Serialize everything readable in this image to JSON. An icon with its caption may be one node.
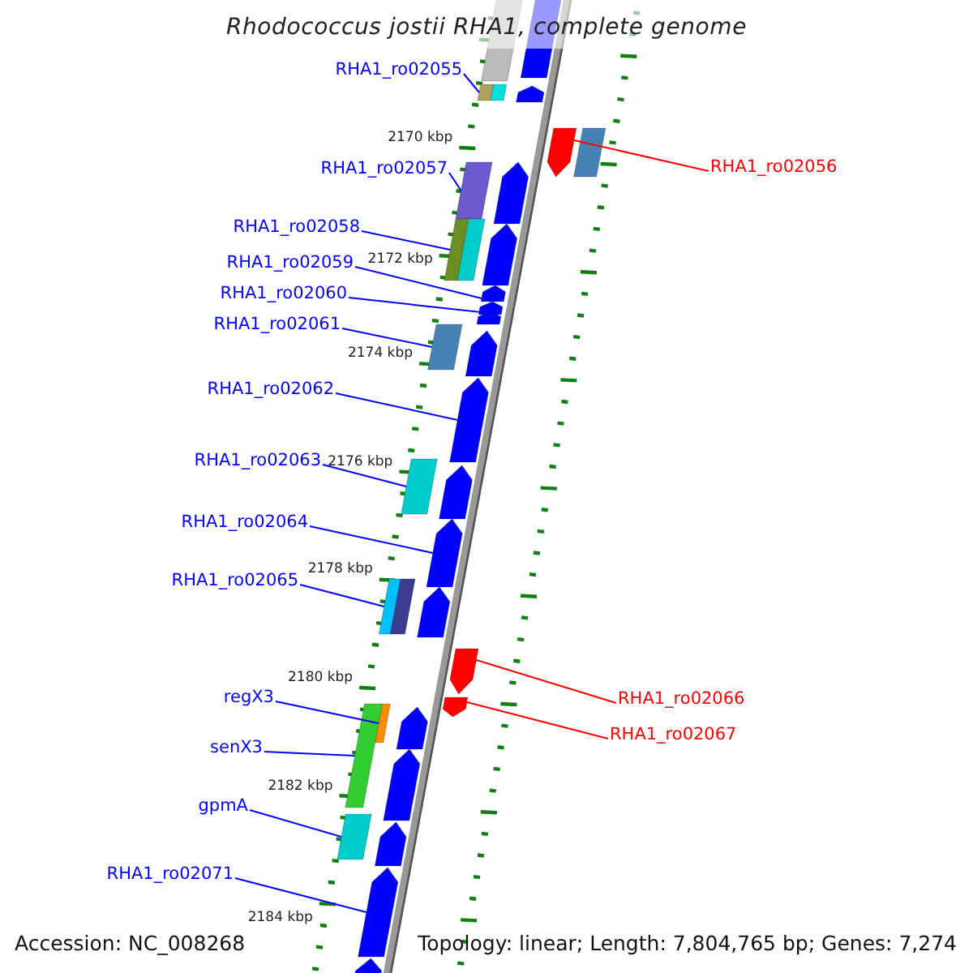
{
  "diagram": {
    "title": "Rhodococcus jostii RHA1, complete genome",
    "nodes": [
      {
        "text": [
          "RHA1_ro02055"
        ]
      },
      {
        "text": [],
        "shape": "bar"
      },
      {
        "text": [
          "RHA1_ro02056"
        ]
      },
      {
        "text": [],
        "shape": "bar"
      },
      {
        "text": [
          "RHA1_ro02057"
        ]
      },
      {
        "text": [],
        "shape": "bar"
      },
      {
        "text": [
          "RHA1_ro02058"
        ]
      },
      {
        "text": [],
        "shape": "bar"
      },
      {
        "text": [
          "RHA1_ro02059"
        ]
      },
      {
        "text": [],
        "shape": "bar"
      },
      {
        "text": [
          "RHA1_ro02060"
        ]
      },
      {
        "text": [],
        "shape": "bar"
      },
      {
        "text": [
          "RHA1_ro02061"
        ]
      },
      {
        "text": [],
        "shape": "bar"
      },
      {
        "text": [
          "RHA1_ro02062"
        ]
      },
      {
        "text": [],
        "shape": "bar"
      },
      {
        "text": [
          "RHA1_ro02063"
        ]
      },
      {
        "text": [],
        "shape": "bar"
      },
      {
        "text": [
          "RHA1_ro02064"
        ]
      },
      {
        "text": [],
        "shape": "bar"
      },
      {
        "text": [
          "RHA1_ro02065"
        ]
      },
      {
        "text": [],
        "shape": "bar"
      },
      {
        "text": [
          "RHA1_ro02066"
        ]
      },
      {
        "text": [],
        "shape": "bar"
      },
      {
        "text": [
          "regX3"
        ]
      },
      {
        "text": [],
        "shape": "bar"
      },
      {
        "text": [
          "RHA1_ro02067"
        ]
      },
      {
        "text": [],
        "shape": "bar"
      },
      {
        "text": [
          "senX3"
        ]
      },
      {
        "text": [],
        "shape": "bar"
      },
      {
        "text": [
          "gpmA"
        ]
      },
      {
        "text": [],
        "shape": "bar"
      },
      {
        "text": [
          "RHA1_ro02071"
        ]
      },
      {
        "text": [],
        "shape": "bar"
      },
      {
        "text": [],
        "shape": "bar"
      },
      {
        "text": [],
        "shape": "bar"
      },
      {
        "text": [],
        "shape": "bar"
      },
      {
        "text": [],
        "shape": "bar"
      },
      {
        "text": [],
        "shape": "bar"
      },
      {
        "text": [],
        "shape": "bar"
      },
      {
        "text": [],
        "shape": "bar"
      },
      {
        "text": [],
        "shape": "bar"
      },
      {
        "text": [],
        "shape": "bar"
      },
      {
        "text": [],
        "shape": "bar"
      },
      {
        "text": [],
        "shape": "bar"
      },
      {
        "text": [],
        "shape": "bar"
      },
      {
        "text": [],
        "shape": "bar"
      },
      {
        "text": [],
        "shape": "bar"
      },
      {
        "text": [],
        "shape": "bar"
      },
      {
        "text": [],
        "shape": "bar"
      },
      {
        "text": [],
        "shape": "bar"
      }
    ],
    "edges": [
      {
        "from": 0,
        "to": 1,
        "arrow": "none"
      },
      {
        "from": 2,
        "to": 3,
        "arrow": "none",
        "color": "#ff0000"
      },
      {
        "from": 4,
        "to": 5,
        "arrow": "none"
      },
      {
        "from": 6,
        "to": 7,
        "arrow": "none"
      },
      {
        "from": 8,
        "to": 9,
        "arrow": "none"
      },
      {
        "from": 10,
        "to": 11,
        "arrow": "none"
      },
      {
        "from": 12,
        "to": 13,
        "arrow": "none"
      },
      {
        "from": 14,
        "to": 15,
        "arrow": "none"
      },
      {
        "from": 16,
        "to": 17,
        "arrow": "none"
      },
      {
        "from": 18,
        "to": 19,
        "arrow": "none"
      },
      {
        "from": 20,
        "to": 21,
        "arrow": "none"
      },
      {
        "from": 22,
        "to": 23,
        "arrow": "none",
        "color": "#ff0000"
      },
      {
        "from": 24,
        "to": 25,
        "arrow": "none"
      },
      {
        "from": 26,
        "to": 27,
        "arrow": "none",
        "color": "#ff0000"
      },
      {
        "from": 28,
        "to": 29,
        "arrow": "none"
      },
      {
        "from": 30,
        "to": 31,
        "arrow": "none"
      },
      {
        "from": 32,
        "to": 33,
        "arrow": "none"
      }
    ],
    "labels": [
      "2170 kbp",
      "2172 kbp",
      "2174 kbp",
      "2176 kbp",
      "2178 kbp",
      "2180 kbp",
      "2182 kbp",
      "2184 kbp",
      "Accession: NC_008268",
      "Topology: linear; Length: 7,804,765 bp; Genes: 7,274"
    ]
  }
}
